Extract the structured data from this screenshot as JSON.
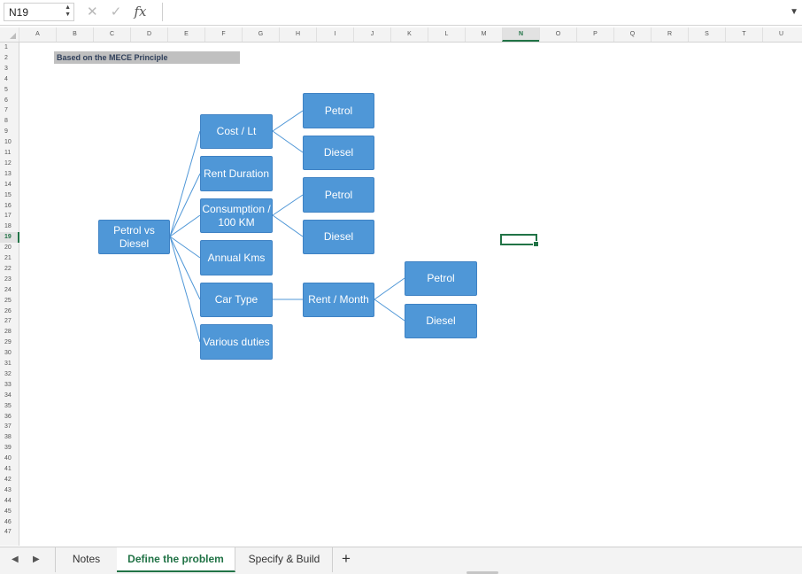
{
  "formula_bar": {
    "name_box": "N19",
    "cancel_icon": "✕",
    "enter_icon": "✓",
    "fx_label": "fx",
    "formula": ""
  },
  "columns": [
    "A",
    "B",
    "C",
    "D",
    "E",
    "F",
    "G",
    "H",
    "I",
    "J",
    "K",
    "L",
    "M",
    "N",
    "O",
    "P",
    "Q",
    "R",
    "S",
    "T",
    "U"
  ],
  "selected_column": "N",
  "rows": [
    "1",
    "2",
    "3",
    "4",
    "5",
    "6",
    "7",
    "8",
    "9",
    "10",
    "11",
    "12",
    "13",
    "14",
    "15",
    "16",
    "17",
    "18",
    "19",
    "20",
    "21",
    "22",
    "23",
    "24",
    "25",
    "26",
    "27",
    "28",
    "29",
    "30",
    "31",
    "32",
    "33",
    "34",
    "35",
    "36",
    "37",
    "38",
    "39",
    "40",
    "41",
    "42",
    "43",
    "44",
    "45",
    "46",
    "47"
  ],
  "selected_row": "19",
  "sheet": {
    "title": "Based on the MECE Principle"
  },
  "diagram": {
    "root": "Petrol vs Diesel",
    "level1": [
      "Cost / Lt",
      "Rent Duration",
      "Consumption / 100 KM",
      "Annual Kms",
      "Car Type",
      "Various duties"
    ],
    "cost_children": [
      "Petrol",
      "Diesel"
    ],
    "consumption_children": [
      "Petrol",
      "Diesel"
    ],
    "car_type_child": "Rent / Month",
    "rent_month_children": [
      "Petrol",
      "Diesel"
    ]
  },
  "tabs": {
    "prev_icon": "◀",
    "next_icon": "▶",
    "items": [
      "Notes",
      "Define the problem",
      "Specify & Build"
    ],
    "active": "Define the problem",
    "add_label": "+"
  },
  "colors": {
    "node_fill": "#4f97d7",
    "accent": "#217346",
    "title_fill": "#c0c0c0"
  }
}
